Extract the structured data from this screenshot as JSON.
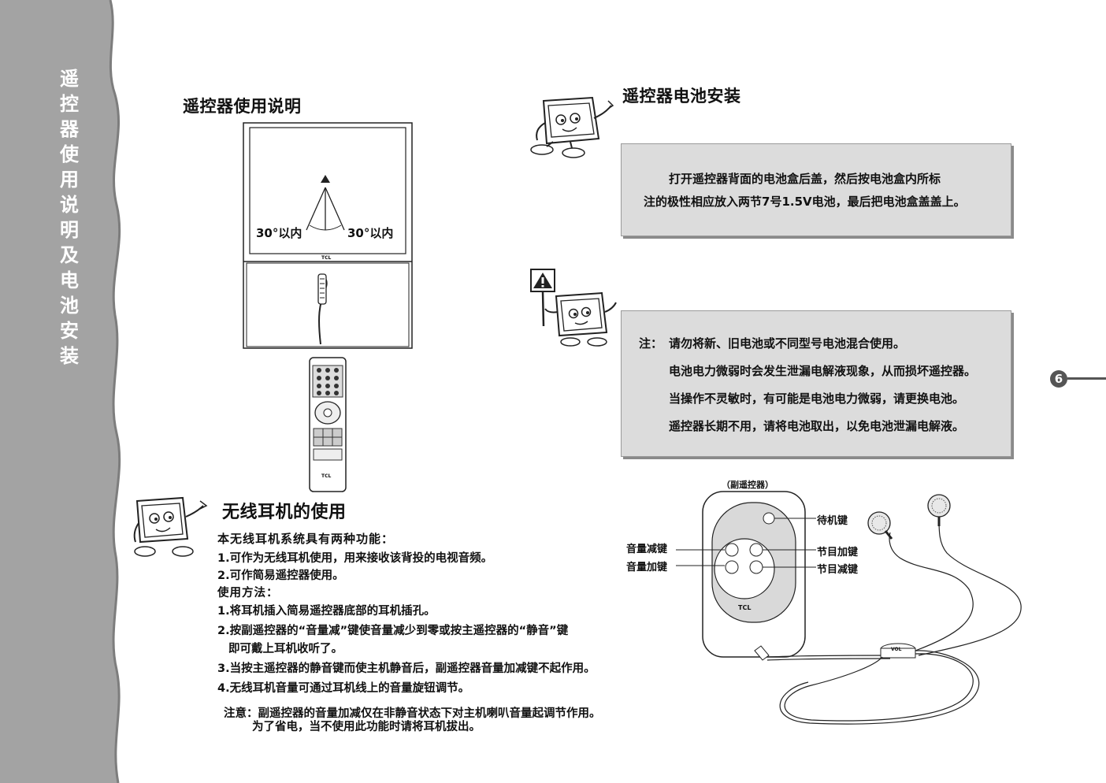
{
  "sidebar": {
    "vertical_title": [
      "遥",
      "控",
      "器",
      "使",
      "用",
      "说",
      "明",
      "及",
      "电",
      "池",
      "安",
      "装"
    ]
  },
  "remote_usage": {
    "title": "遥控器使用说明",
    "angle_left": "30°以内",
    "angle_right": "30°以内",
    "tv_brand": "TCL",
    "remote_brand": "TCL"
  },
  "battery": {
    "title": "遥控器电池安装",
    "instruction_line1": "打开遥控器背面的电池盒后盖，然后按电池盒内所标",
    "instruction_line2": "注的极性相应放入两节7号1.5V电池，最后把电池盒盖盖上。",
    "note_prefix": "注：",
    "notes": [
      "请勿将新、旧电池或不同型号电池混合使用。",
      "电池电力微弱时会发生泄漏电解液现象，从而损坏遥控器。",
      "当操作不灵敏时，有可能是电池电力微弱，请更换电池。",
      "遥控器长期不用，请将电池取出，以免电池泄漏电解液。"
    ]
  },
  "headphones": {
    "title": "无线耳机的使用",
    "intro": "本无线耳机系统具有两种功能：",
    "functions": [
      "1.可作为无线耳机使用，用来接收该背投的电视音频。",
      "2.可作简易遥控器使用。"
    ],
    "method_title": "使用方法：",
    "steps": [
      "1.将耳机插入简易遥控器底部的耳机插孔。",
      "2.按副遥控器的“音量减”键使音量减少到零或按主遥控器的“静音”键",
      "即可戴上耳机收听了。",
      "3.当按主遥控器的静音键而使主机静音后，副遥控器音量加减键不起作用。",
      "4.无线耳机音量可通过耳机线上的音量旋钮调节。"
    ],
    "caution_line1": "注意：副遥控器的音量加减仅在非静音状态下对主机喇叭音量起调节作用。",
    "caution_line2": "为了省电，当不使用此功能时请将耳机拔出。"
  },
  "sub_remote": {
    "caption": "（副遥控器）",
    "standby": "待机键",
    "vol_down": "音量减键",
    "vol_up": "音量加键",
    "ch_up": "节目加键",
    "ch_down": "节目减键",
    "brand": "TCL",
    "vol_knob": "VOL"
  },
  "page_number": "6",
  "colors": {
    "band": "#a3a3a3",
    "box": "#dcdcdc"
  }
}
